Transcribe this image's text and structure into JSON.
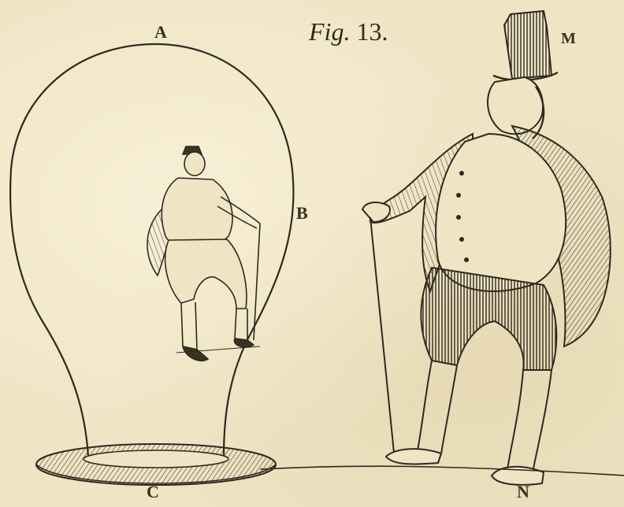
{
  "figure": {
    "title_prefix": "Fig.",
    "title_number": "13."
  },
  "labels": {
    "a": "A",
    "b": "B",
    "c": "C",
    "m": "M",
    "n": "N"
  },
  "colors": {
    "paper": "#efe4c4",
    "ink": "#2f2a20"
  }
}
